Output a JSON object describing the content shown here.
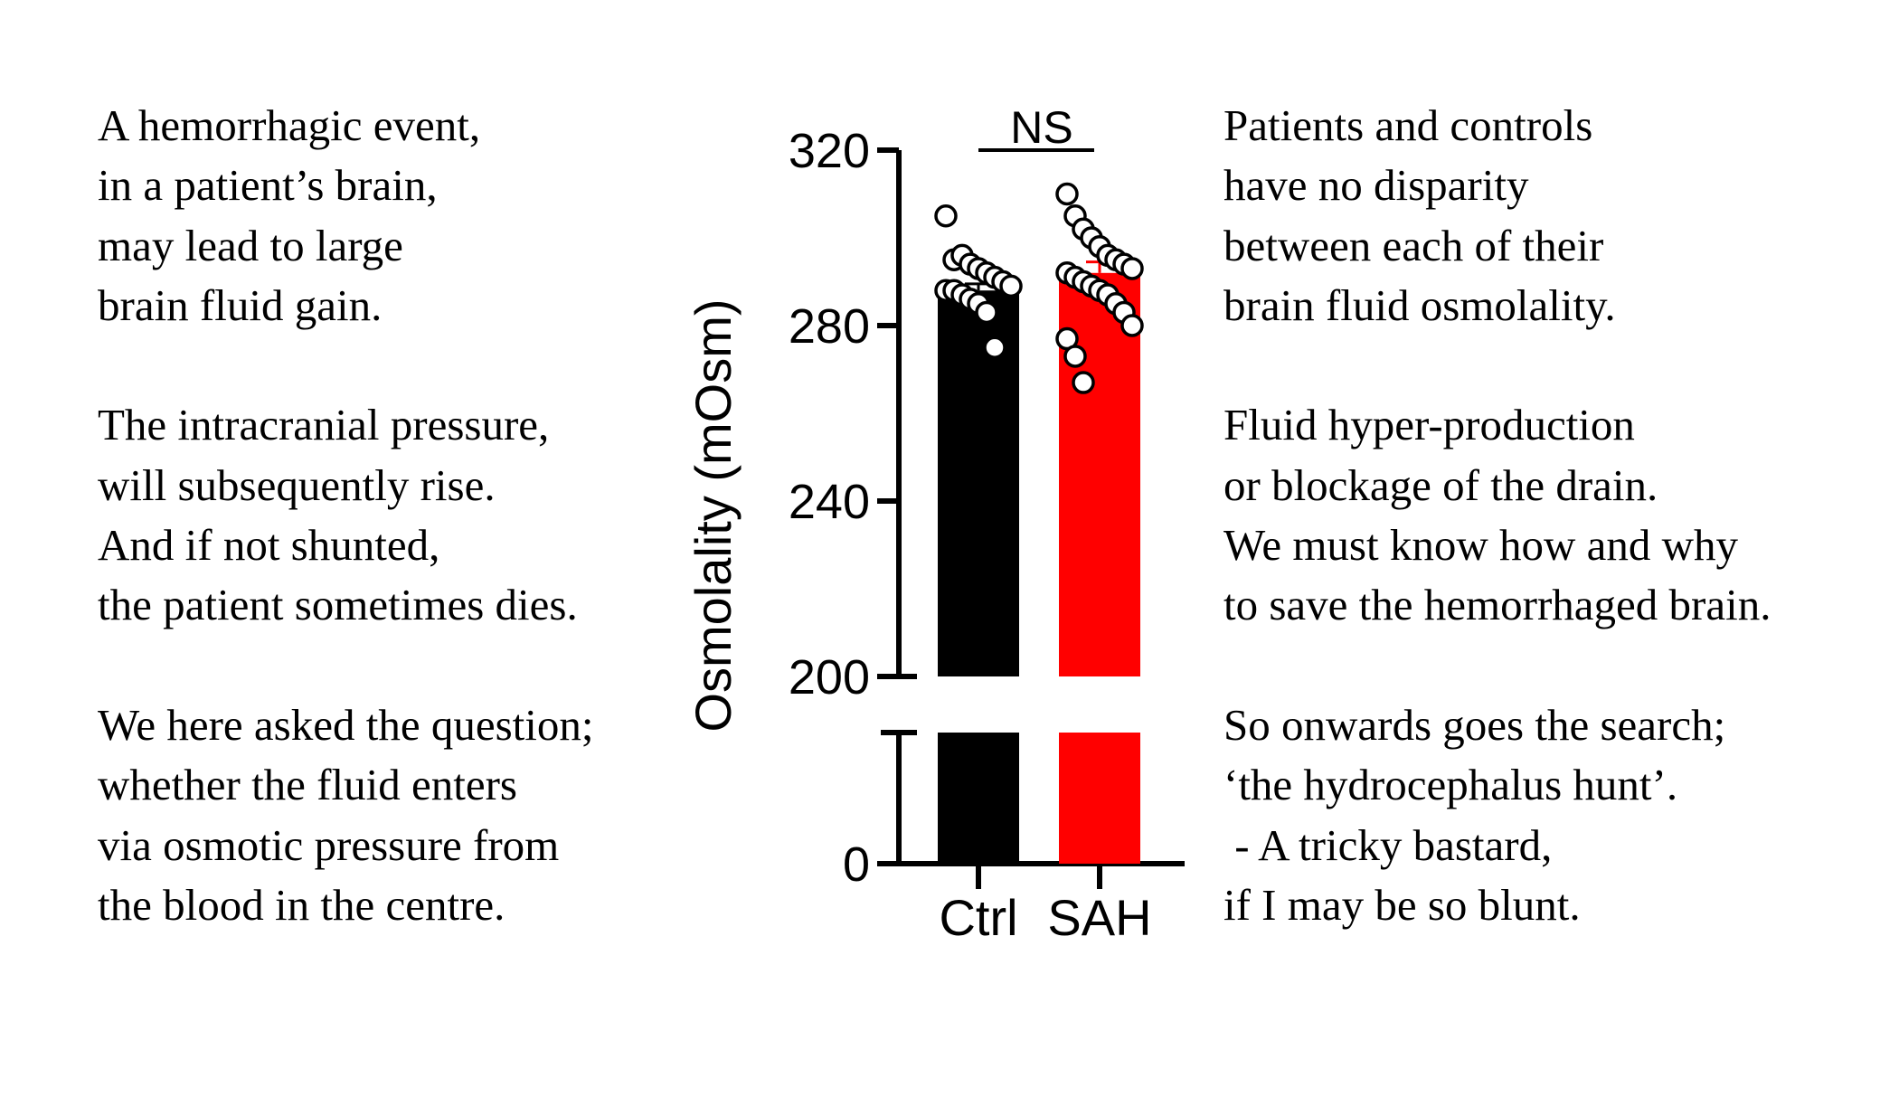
{
  "poem_left": {
    "stanzas": [
      [
        "A hemorrhagic event,",
        "in a patient’s brain,",
        "may lead to large",
        "brain fluid gain."
      ],
      [
        "The intracranial pressure,",
        "will subsequently rise.",
        "And if not shunted,",
        "the patient sometimes dies."
      ],
      [
        "We here asked the question;",
        "whether the fluid enters",
        "via osmotic pressure from",
        "the blood in the centre."
      ]
    ]
  },
  "poem_right": {
    "stanzas": [
      [
        "Patients and controls",
        "have no disparity",
        "between each of their",
        "brain fluid osmolality."
      ],
      [
        "Fluid hyper-production",
        "or blockage of the drain.",
        "We must know how and why",
        "to save the hemorrhaged brain."
      ],
      [
        "So onwards goes the search;",
        "‘the hydrocephalus hunt’.",
        " - A tricky bastard,",
        "if I may be so blunt."
      ]
    ]
  },
  "chart_data": {
    "type": "bar",
    "ylabel": "Osmolality (mOsm)",
    "categories": [
      "Ctrl",
      "SAH"
    ],
    "values": [
      288,
      292
    ],
    "sem": [
      1.5,
      2.5
    ],
    "colors": [
      "#000000",
      "#ff0000"
    ],
    "ylim": [
      0,
      320
    ],
    "axis_break": [
      0,
      200
    ],
    "upper_ticks": [
      200,
      240,
      280,
      320
    ],
    "lower_ticks": [
      0
    ],
    "tick_labels": [
      "0",
      "200",
      "240",
      "280",
      "320"
    ],
    "significance": "NS",
    "points": [
      [
        305,
        295,
        296,
        294,
        293,
        292,
        291,
        290,
        289,
        288,
        288,
        287,
        286,
        285,
        283,
        275
      ],
      [
        310,
        305,
        302,
        300,
        298,
        296,
        295,
        294,
        293,
        292,
        291,
        290,
        289,
        288,
        287,
        285,
        283,
        280,
        277,
        273,
        267
      ]
    ]
  }
}
